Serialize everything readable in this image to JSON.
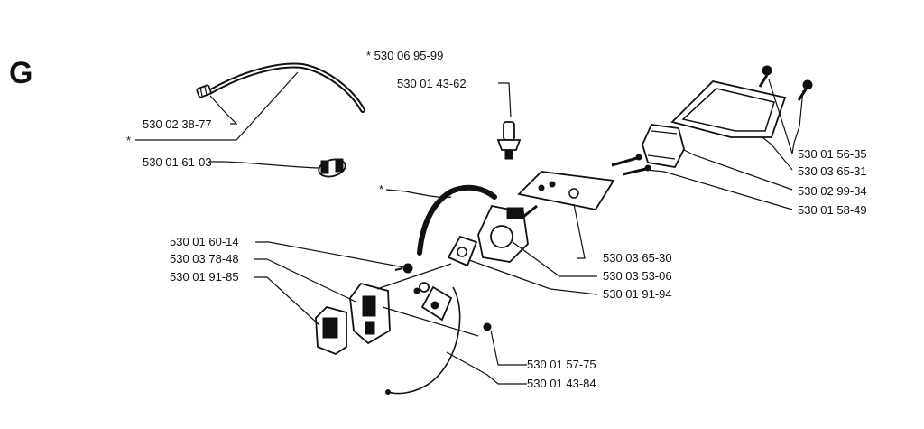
{
  "diagram": {
    "section_letter": "G",
    "labels": {
      "hose_kit": "* 530 06 95-99",
      "p_530014362": "530 01 43-62",
      "p_530023877": "530 02 38-77",
      "p_530016103": "530 01 61-03",
      "asterisk_hose": "*",
      "asterisk_fuel_line": "*",
      "p_530015635": "530 01 56-35",
      "p_530036531": "530 03 65-31",
      "p_530029934": "530 02 99-34",
      "p_530015849": "530 01 58-49",
      "p_530016014": "530 01 60-14",
      "p_530037848": "530 03 78-48",
      "p_530019185": "530 01 91-85",
      "p_530036530": "530 03 65-30",
      "p_530035306": "530 03 53-06",
      "p_530019194": "530 01 91-94",
      "p_530015775": "530 01 57-75",
      "p_530014384": "530 01 43-84"
    }
  }
}
